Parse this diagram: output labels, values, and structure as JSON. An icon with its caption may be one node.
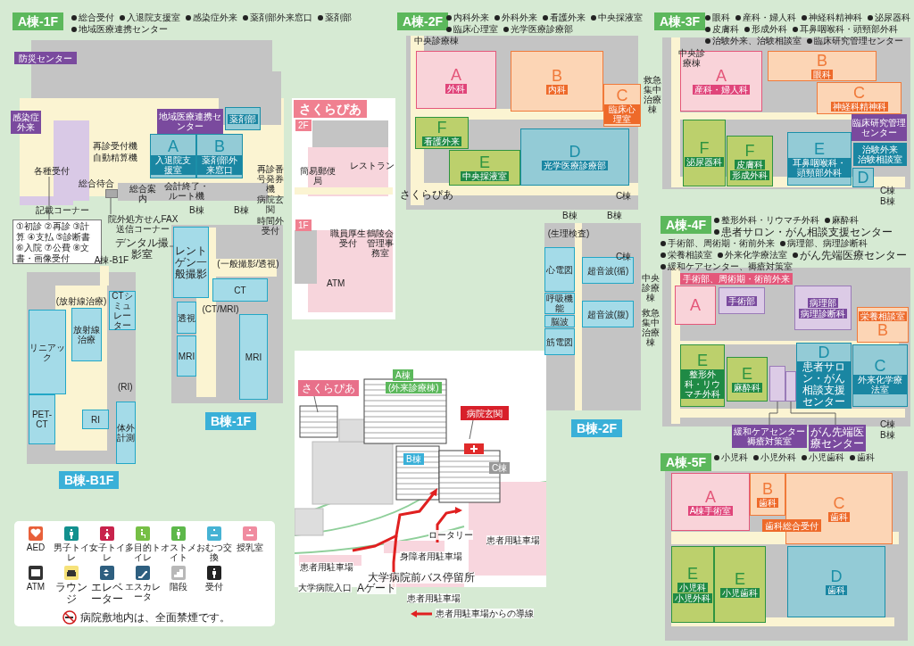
{
  "diagram": {
    "nodes": [
      {
        "text": [
          "A棟-1F"
        ]
      },
      {
        "text": [
          "防災センター"
        ],
        "in": 0
      },
      {
        "text": [
          "感染症外来"
        ],
        "in": 0
      },
      {
        "text": [
          "地域医療連携センター"
        ],
        "in": 0
      },
      {
        "text": [
          "A",
          "入退院支援室"
        ],
        "in": 0
      },
      {
        "text": [
          "B",
          "薬剤部外来窓口"
        ],
        "in": 0
      },
      {
        "text": [
          "薬剤部"
        ],
        "in": 0
      },
      {
        "text": [
          "各種受付"
        ],
        "in": 0
      },
      {
        "text": [
          "①初診 ②再診 ③計算 ④支払 ⑤診断書 ⑥入院 ⑦公費 ⑧文書・画像受付"
        ]
      },
      {
        "text": [
          "院外処方せんFAX送信コーナー"
        ]
      },
      {
        "text": [
          "デンタル撮影室"
        ]
      },
      {
        "text": [
          "B棟-1F"
        ]
      },
      {
        "text": [
          "レントゲン一般撮影"
        ],
        "in": 11
      },
      {
        "text": [
          "CT"
        ],
        "in": 11
      },
      {
        "text": [
          "透視"
        ],
        "in": 11
      },
      {
        "text": [
          "MRI"
        ],
        "in": 11
      },
      {
        "text": [
          "MRI"
        ],
        "in": 11
      },
      {
        "text": [
          "B棟-B1F"
        ]
      },
      {
        "text": [
          "リニアック"
        ],
        "in": 17
      },
      {
        "text": [
          "PET-CT"
        ],
        "in": 17
      },
      {
        "text": [
          "放射線治療"
        ],
        "in": 17
      },
      {
        "text": [
          "CTシミュレーター"
        ],
        "in": 17
      },
      {
        "text": [
          "RI"
        ],
        "in": 17
      },
      {
        "text": [
          "体外計測"
        ],
        "in": 17
      },
      {
        "text": [
          "さくらぴあ"
        ]
      },
      {
        "text": [
          "簡易郵便局"
        ],
        "in": 24
      },
      {
        "text": [
          "レストラン"
        ],
        "in": 24
      },
      {
        "text": [
          "職員厚生受付"
        ],
        "in": 24
      },
      {
        "text": [
          "鶴陵会管理事務室"
        ],
        "in": 24
      },
      {
        "text": [
          "A棟-2F"
        ]
      },
      {
        "text": [
          "A",
          "外科"
        ],
        "in": 29
      },
      {
        "text": [
          "B",
          "内科"
        ],
        "in": 29
      },
      {
        "text": [
          "C",
          "臨床心理室"
        ],
        "in": 29
      },
      {
        "text": [
          "D",
          "光学医療診療部"
        ],
        "in": 29
      },
      {
        "text": [
          "E",
          "中央採液室"
        ],
        "in": 29
      },
      {
        "text": [
          "F",
          "看護外来"
        ],
        "in": 29
      },
      {
        "text": [
          "B棟-2F"
        ]
      },
      {
        "text": [
          "心電図"
        ],
        "in": 36
      },
      {
        "text": [
          "呼吸機能"
        ],
        "in": 36
      },
      {
        "text": [
          "脳波"
        ],
        "in": 36
      },
      {
        "text": [
          "筋電図"
        ],
        "in": 36
      },
      {
        "text": [
          "超音波(循)"
        ],
        "in": 36
      },
      {
        "text": [
          "超音波(腹)"
        ],
        "in": 36
      },
      {
        "text": [
          "A棟-3F"
        ]
      },
      {
        "text": [
          "A",
          "産科・婦人科"
        ],
        "in": 43
      },
      {
        "text": [
          "B",
          "眼科"
        ],
        "in": 43
      },
      {
        "text": [
          "C",
          "神経科精神科"
        ],
        "in": 43
      },
      {
        "text": [
          "D"
        ],
        "in": 43
      },
      {
        "text": [
          "E",
          "耳鼻咽喉科・頭頸部外科"
        ],
        "in": 43
      },
      {
        "text": [
          "F",
          "泌尿器科"
        ],
        "in": 43
      },
      {
        "text": [
          "F",
          "皮膚科",
          "形成外科"
        ],
        "in": 43
      },
      {
        "text": [
          "臨床研究管理センター"
        ],
        "in": 43
      },
      {
        "text": [
          "治験外来",
          "治験相談室"
        ],
        "in": 43
      },
      {
        "text": [
          "A棟-4F"
        ]
      },
      {
        "text": [
          "A"
        ],
        "in": 53
      },
      {
        "text": [
          "手術部"
        ],
        "in": 53
      },
      {
        "text": [
          "病理部",
          "病理診断科"
        ],
        "in": 53
      },
      {
        "text": [
          "栄養相談室",
          "B"
        ],
        "in": 53
      },
      {
        "text": [
          "C",
          "外来化学療法室"
        ],
        "in": 53
      },
      {
        "text": [
          "D",
          "患者サロン・がん相談支援センター"
        ],
        "in": 53
      },
      {
        "text": [
          "E",
          "整形外科・リウマチ外科"
        ],
        "in": 53
      },
      {
        "text": [
          "E",
          "麻酔科"
        ],
        "in": 53
      },
      {
        "text": [
          "緩和ケアセンター",
          "褥瘡対策室"
        ]
      },
      {
        "text": [
          "がん先端医療センター"
        ]
      },
      {
        "text": [
          "A棟-5F"
        ]
      },
      {
        "text": [
          "A",
          "A棟手術室"
        ],
        "in": 64
      },
      {
        "text": [
          "B",
          "歯科"
        ],
        "in": 64
      },
      {
        "text": [
          "C",
          "歯科"
        ],
        "in": 64
      },
      {
        "text": [
          "歯科総合受付"
        ],
        "in": 64
      },
      {
        "text": [
          "D",
          "歯科"
        ],
        "in": 64
      },
      {
        "text": [
          "E",
          "小児科",
          "小児外科"
        ],
        "in": 64
      },
      {
        "text": [
          "E",
          "小児歯科"
        ],
        "in": 64
      },
      {
        "text": [
          "さくらぴあ"
        ]
      },
      {
        "text": [
          "病院玄関"
        ]
      },
      {
        "text": [],
        "shape": "box",
        "in": 53
      },
      {
        "text": [],
        "shape": "box",
        "in": 53
      },
      {
        "text": [],
        "shape": "box",
        "in": 0
      }
    ],
    "edges": [
      {
        "from": 7,
        "to": 8,
        "arrow": "none"
      },
      {
        "from": 9,
        "to": 76,
        "arrow": "none"
      },
      {
        "from": 10,
        "to": 12,
        "arrow": "none"
      },
      {
        "from": 62,
        "to": 74,
        "arrow": "none"
      },
      {
        "from": 63,
        "to": 75,
        "arrow": "none"
      },
      {
        "from": 72,
        "to": null,
        "arrow": "none"
      },
      {
        "from": 73,
        "to": null,
        "arrow": "none"
      }
    ],
    "labels": [
      "総合受付",
      "入退院支援室",
      "感染症外来",
      "薬剤部外来窓口",
      "薬剤部",
      "地域医療連携センター",
      "再診受付機",
      "自動精算機",
      "総合待合",
      "総合案内",
      "会計終了・ルート機",
      "記載コーナー",
      "再診番号発券機",
      "病院玄関",
      "B棟",
      "B棟",
      "時間外受付",
      "A棟-B1F",
      "(放射線治療)",
      "(RI)",
      "(一般撮影/透視)",
      "(CT/MRI)",
      "2F",
      "1F",
      "ATM",
      "さくらぴあ",
      "内科外来",
      "外科外来",
      "看護外来",
      "中央採液室",
      "臨床心理室",
      "光学医療診療部",
      "中央診療棟",
      "C棟",
      "B棟",
      "B棟",
      "(生理検査)",
      "C棟",
      "眼科",
      "産科・婦人科",
      "神経科精神科",
      "泌尿器科",
      "皮膚科",
      "形成外科",
      "耳鼻咽喉科・頭頸部外科",
      "治験外来、治験相談室",
      "臨床研究管理センター",
      "中央診療棟",
      "救急集中治療棟",
      "C棟",
      "B棟",
      "整形外科・リウマチ外科",
      "麻酔科",
      "患者サロン・がん相談支援センター",
      "手術部、周術期・術前外来",
      "病理部、病理診断科",
      "栄養相談室",
      "外来化学療法室",
      "がん先端医療センター",
      "緩和ケアセンター、褥瘡対策室",
      "中央診療棟",
      "手術部、周術期・術前外来",
      "救急集中治療棟",
      "C棟",
      "B棟",
      "小児科",
      "小児外科",
      "小児歯科",
      "歯科",
      "A棟",
      "(外来診療棟)",
      "B棟",
      "C棟",
      "ロータリー",
      "患者用駐車場",
      "身障者用駐車場",
      "患者用駐車場",
      "大学病院前バス停留所",
      "大学病院入口",
      "Aゲート",
      "患者用駐車場",
      "病院敷地内は、全面禁煙です。"
    ],
    "legend": [
      {
        "text": "AED"
      },
      {
        "text": "男子トイレ"
      },
      {
        "text": "女子トイレ"
      },
      {
        "text": "多目的トイレ"
      },
      {
        "text": "オストメイト"
      },
      {
        "text": "おむつ交換"
      },
      {
        "text": "授乳室"
      },
      {
        "text": "ATM"
      },
      {
        "text": "ラウンジ"
      },
      {
        "text": "エレベーター"
      },
      {
        "text": "エスカレータ"
      },
      {
        "text": "階段"
      },
      {
        "text": "受付"
      },
      {
        "text": "患者用駐車場からの導線"
      }
    ]
  }
}
